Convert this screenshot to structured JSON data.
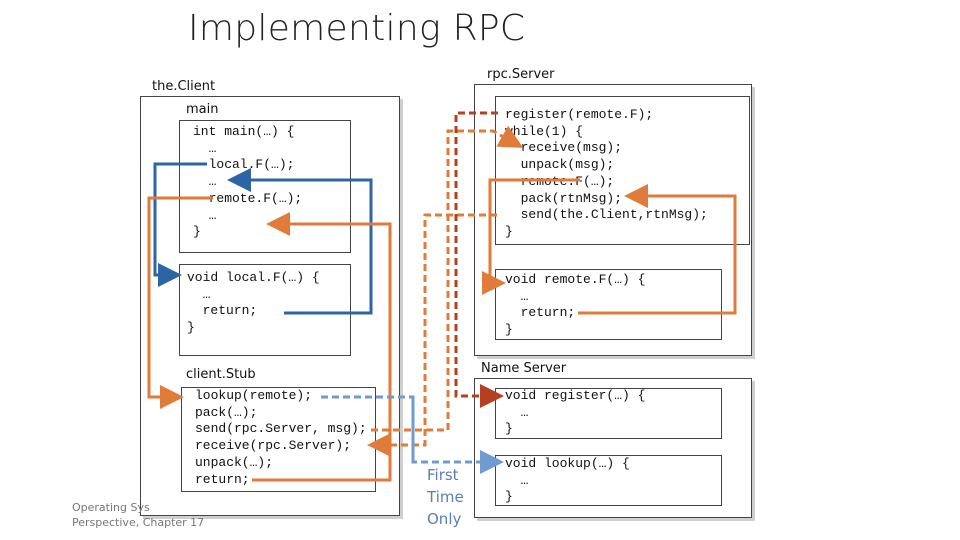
{
  "title": "Implementing RPC",
  "client": {
    "label": "the.Client",
    "main_label": "main",
    "main_code": "int main(…) {\n  …\n  local.F(…);\n  …\n  remote.F(…);\n  …\n}",
    "local_code": "void local.F(…) {\n  …\n  return;\n}",
    "stub_label": "client.Stub",
    "stub_code": "lookup(remote);\npack(…);\nsend(rpc.Server, msg);\nreceive(rpc.Server);\nunpack(…);\nreturn;"
  },
  "server": {
    "label": "rpc.Server",
    "loop_code": "register(remote.F);\nwhile(1) {\n  receive(msg);\n  unpack(msg);\n  remote.F(…);\n  pack(rtnMsg);\n  send(the.Client,rtnMsg);\n}",
    "remote_code": "void remote.F(…) {\n  …\n  return;\n}"
  },
  "name_server": {
    "label": "Name Server",
    "register_code": "void register(…) {\n  …\n}",
    "lookup_code": "void lookup(…) {\n  …\n}"
  },
  "first_time_only": [
    "First",
    "Time",
    "Only"
  ],
  "footer": [
    "Operating Sys",
    "Perspective, Chapter 17"
  ],
  "colors": {
    "orange": "#e07b39",
    "blue": "#2c64a6",
    "light_blue_dashed": "#6f9bd1",
    "dark_red_dashed": "#b5401f"
  }
}
